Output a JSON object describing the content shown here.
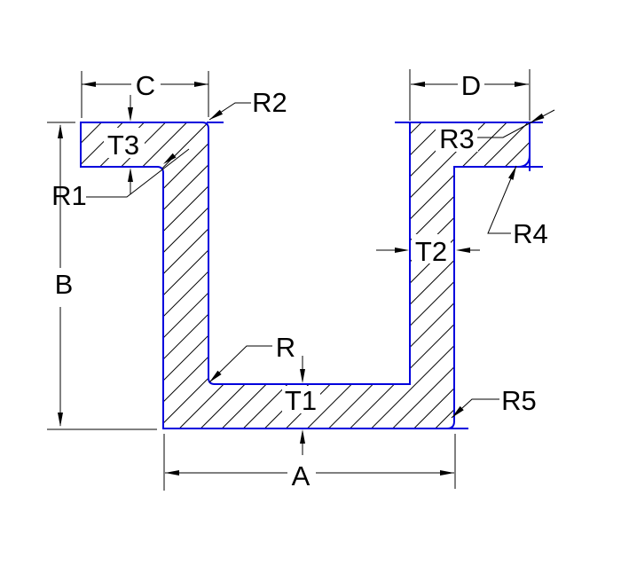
{
  "drawing": {
    "type": "cad-cross-section-profile",
    "description": "Hatched U-channel profile section with dimension and fillet-radius callouts",
    "colors": {
      "profile": "#0000dd",
      "dimension": "#000000",
      "hatch": "#000000",
      "background": "#ffffff"
    },
    "labels": {
      "c": "C",
      "d": "D",
      "b": "B",
      "a": "A",
      "t1": "T1",
      "t2": "T2",
      "t3": "T3",
      "r": "R",
      "r1": "R1",
      "r2": "R2",
      "r3": "R3",
      "r4": "R4",
      "r5": "R5"
    }
  }
}
